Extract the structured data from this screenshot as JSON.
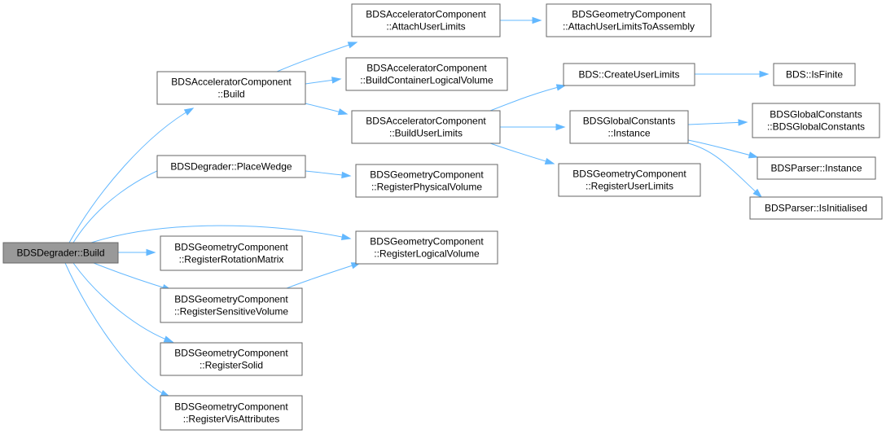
{
  "nodes": [
    {
      "id": "degrader_build",
      "lines": [
        "BDSDegrader::Build"
      ],
      "root": true
    },
    {
      "id": "acc_build",
      "lines": [
        "BDSAcceleratorComponent",
        "::Build"
      ]
    },
    {
      "id": "acc_attach",
      "lines": [
        "BDSAcceleratorComponent",
        "::AttachUserLimits"
      ]
    },
    {
      "id": "geo_attach_asm",
      "lines": [
        "BDSGeometryComponent",
        "::AttachUserLimitsToAssembly"
      ]
    },
    {
      "id": "acc_container",
      "lines": [
        "BDSAcceleratorComponent",
        "::BuildContainerLogicalVolume"
      ]
    },
    {
      "id": "acc_userlimits",
      "lines": [
        "BDSAcceleratorComponent",
        "::BuildUserLimits"
      ]
    },
    {
      "id": "bds_create",
      "lines": [
        "BDS::CreateUserLimits"
      ]
    },
    {
      "id": "bds_isfinite",
      "lines": [
        "BDS::IsFinite"
      ]
    },
    {
      "id": "gc_instance",
      "lines": [
        "BDSGlobalConstants",
        "::Instance"
      ]
    },
    {
      "id": "gc_ctor",
      "lines": [
        "BDSGlobalConstants",
        "::BDSGlobalConstants"
      ]
    },
    {
      "id": "parser_instance",
      "lines": [
        "BDSParser::Instance"
      ]
    },
    {
      "id": "parser_init",
      "lines": [
        "BDSParser::IsInitialised"
      ]
    },
    {
      "id": "geo_reg_userlimits",
      "lines": [
        "BDSGeometryComponent",
        "::RegisterUserLimits"
      ]
    },
    {
      "id": "place_wedge",
      "lines": [
        "BDSDegrader::PlaceWedge"
      ]
    },
    {
      "id": "geo_reg_phys",
      "lines": [
        "BDSGeometryComponent",
        "::RegisterPhysicalVolume"
      ]
    },
    {
      "id": "geo_reg_rot",
      "lines": [
        "BDSGeometryComponent",
        "::RegisterRotationMatrix"
      ]
    },
    {
      "id": "geo_reg_log",
      "lines": [
        "BDSGeometryComponent",
        "::RegisterLogicalVolume"
      ]
    },
    {
      "id": "geo_reg_sens",
      "lines": [
        "BDSGeometryComponent",
        "::RegisterSensitiveVolume"
      ]
    },
    {
      "id": "geo_reg_solid",
      "lines": [
        "BDSGeometryComponent",
        "::RegisterSolid"
      ]
    },
    {
      "id": "geo_reg_vis",
      "lines": [
        "BDSGeometryComponent",
        "::RegisterVisAttributes"
      ]
    }
  ],
  "edges": [
    {
      "from": "degrader_build",
      "to": "acc_build"
    },
    {
      "from": "degrader_build",
      "to": "place_wedge"
    },
    {
      "from": "degrader_build",
      "to": "geo_reg_log"
    },
    {
      "from": "degrader_build",
      "to": "geo_reg_rot"
    },
    {
      "from": "degrader_build",
      "to": "geo_reg_sens"
    },
    {
      "from": "degrader_build",
      "to": "geo_reg_solid"
    },
    {
      "from": "degrader_build",
      "to": "geo_reg_vis"
    },
    {
      "from": "acc_build",
      "to": "acc_attach"
    },
    {
      "from": "acc_build",
      "to": "acc_container"
    },
    {
      "from": "acc_build",
      "to": "acc_userlimits"
    },
    {
      "from": "acc_attach",
      "to": "geo_attach_asm"
    },
    {
      "from": "acc_userlimits",
      "to": "bds_create"
    },
    {
      "from": "acc_userlimits",
      "to": "gc_instance"
    },
    {
      "from": "acc_userlimits",
      "to": "geo_reg_userlimits"
    },
    {
      "from": "bds_create",
      "to": "bds_isfinite"
    },
    {
      "from": "gc_instance",
      "to": "gc_ctor"
    },
    {
      "from": "gc_instance",
      "to": "parser_instance"
    },
    {
      "from": "gc_instance",
      "to": "parser_init"
    },
    {
      "from": "place_wedge",
      "to": "geo_reg_phys"
    },
    {
      "from": "geo_reg_sens",
      "to": "geo_reg_log"
    }
  ],
  "colors": {
    "edge": "#63b8ff",
    "node_border": "#666666",
    "root_fill": "#999999",
    "node_fill": "#ffffff"
  }
}
